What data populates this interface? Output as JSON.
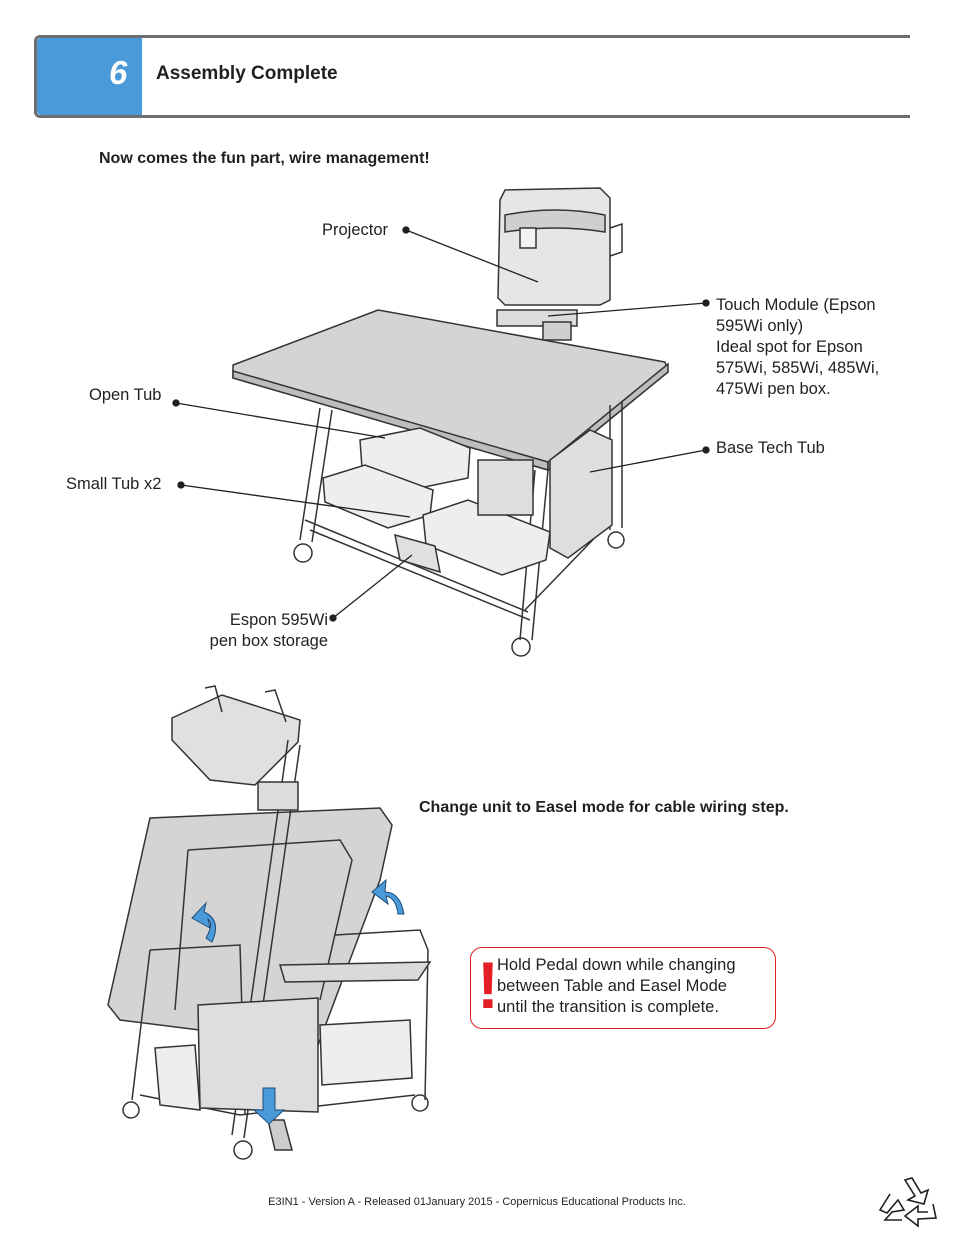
{
  "header": {
    "step_number": "6",
    "title": "Assembly Complete"
  },
  "intro": "Now comes the fun part, wire management!",
  "labels": {
    "projector": "Projector",
    "touch_module_1": "Touch Module (Epson",
    "touch_module_2": "595Wi only)",
    "touch_module_3": "Ideal spot for Epson",
    "touch_module_4": "575Wi, 585Wi, 485Wi,",
    "touch_module_5": "475Wi pen box.",
    "open_tub": "Open Tub",
    "base_tech_tub": "Base Tech Tub",
    "small_tub": "Small Tub x2",
    "pen_box_1": "Espon 595Wi",
    "pen_box_2": "pen box storage"
  },
  "easel_note": "Change unit to Easel mode for cable wiring step.",
  "warning": {
    "mark": "!",
    "line1": "Hold Pedal down while changing",
    "line2": "between Table and Easel Mode",
    "line3": "until the transition is complete."
  },
  "footer": "E3IN1 - Version A - Released 01January 2015 - Copernicus Educational Products Inc.",
  "colors": {
    "step_blue": "#4a9ad9",
    "arrow_blue": "#4a9ad9",
    "warning_red": "#e31e24",
    "table_top": "#d4d4d4"
  },
  "icons": {
    "recycle": "recycle-icon",
    "arrows": "rotate-arrow-icon"
  }
}
